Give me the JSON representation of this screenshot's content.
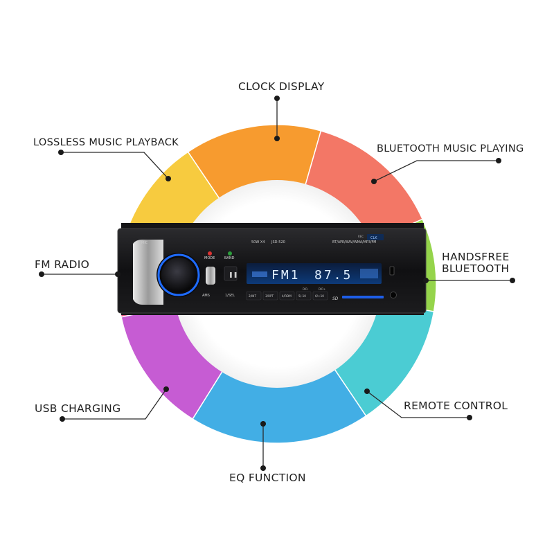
{
  "features": {
    "clock_display": "CLOCK DISPLAY",
    "lossless_music": "LOSSLESS MUSIC PLAYBACK",
    "bluetooth_music": "BLUETOOTH MUSIC PLAYING",
    "fm_radio": "FM RADIO",
    "handsfree_bluetooth": "HANDSFREE\nBLUETOOTH",
    "usb_charging": "USB CHARGING",
    "remote_control": "REMOTE CONTROL",
    "eq_function": "EQ FUNCTION"
  },
  "device": {
    "mic_label": "MIC",
    "mode_label": "MODE",
    "band_label": "BAND",
    "power_label": "50W X4",
    "model_label": "JSD-520",
    "formats_label": "BT/APE/WAV/WMA/MP3/FM",
    "rec_label": "REC",
    "clk_label": "CLK",
    "ams_label": "AMS",
    "sel_label": "1/SEL",
    "preset_buttons": [
      "2/INT",
      "3/RPT",
      "4/RDM",
      "5/-10",
      "6/+10"
    ],
    "dir_minus": "DIR-",
    "dir_plus": "DIR+",
    "sd_label": "SD",
    "display": {
      "band": "FM1",
      "frequency": "87.5"
    }
  },
  "colors": {
    "clock": "#f7931e",
    "bluetooth": "#f26c5a",
    "handsfree": "#8dd13c",
    "remote": "#3cc8d0",
    "eq": "#32a8e3",
    "usb": "#c24fd0",
    "fm": "#e6457a",
    "lossless": "#f7c72f",
    "display_text": "#dfefff",
    "knob_ring": "#1e6bff"
  }
}
